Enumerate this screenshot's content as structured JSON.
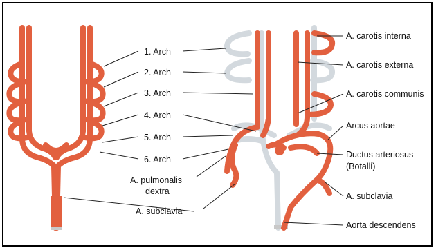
{
  "colors": {
    "artery": "#e2603f",
    "artery_stroke": "#b8442a",
    "regressed": "#d3d9de",
    "regressed_stroke": "#9aa3aa",
    "leader": "#222222"
  },
  "left_labels": {
    "arch1": "1. Arch",
    "arch2": "2. Arch",
    "arch3": "3. Arch",
    "arch4": "4. Arch",
    "arch5": "5. Arch",
    "arch6": "6. Arch",
    "pulmonalis_line1": "A. pulmonalis",
    "pulmonalis_line2": "dextra",
    "subclavia": "A. subclavia"
  },
  "right_labels": {
    "carotis_interna": "A. carotis interna",
    "carotis_externa": "A. carotis externa",
    "carotis_communis": "A. carotis communis",
    "arcus_aortae": "Arcus aortae",
    "ductus_line1": "Ductus arteriosus",
    "ductus_line2": "(Botalli)",
    "subclavia": "A. subclavia",
    "aorta_descendens": "Aorta descendens"
  }
}
